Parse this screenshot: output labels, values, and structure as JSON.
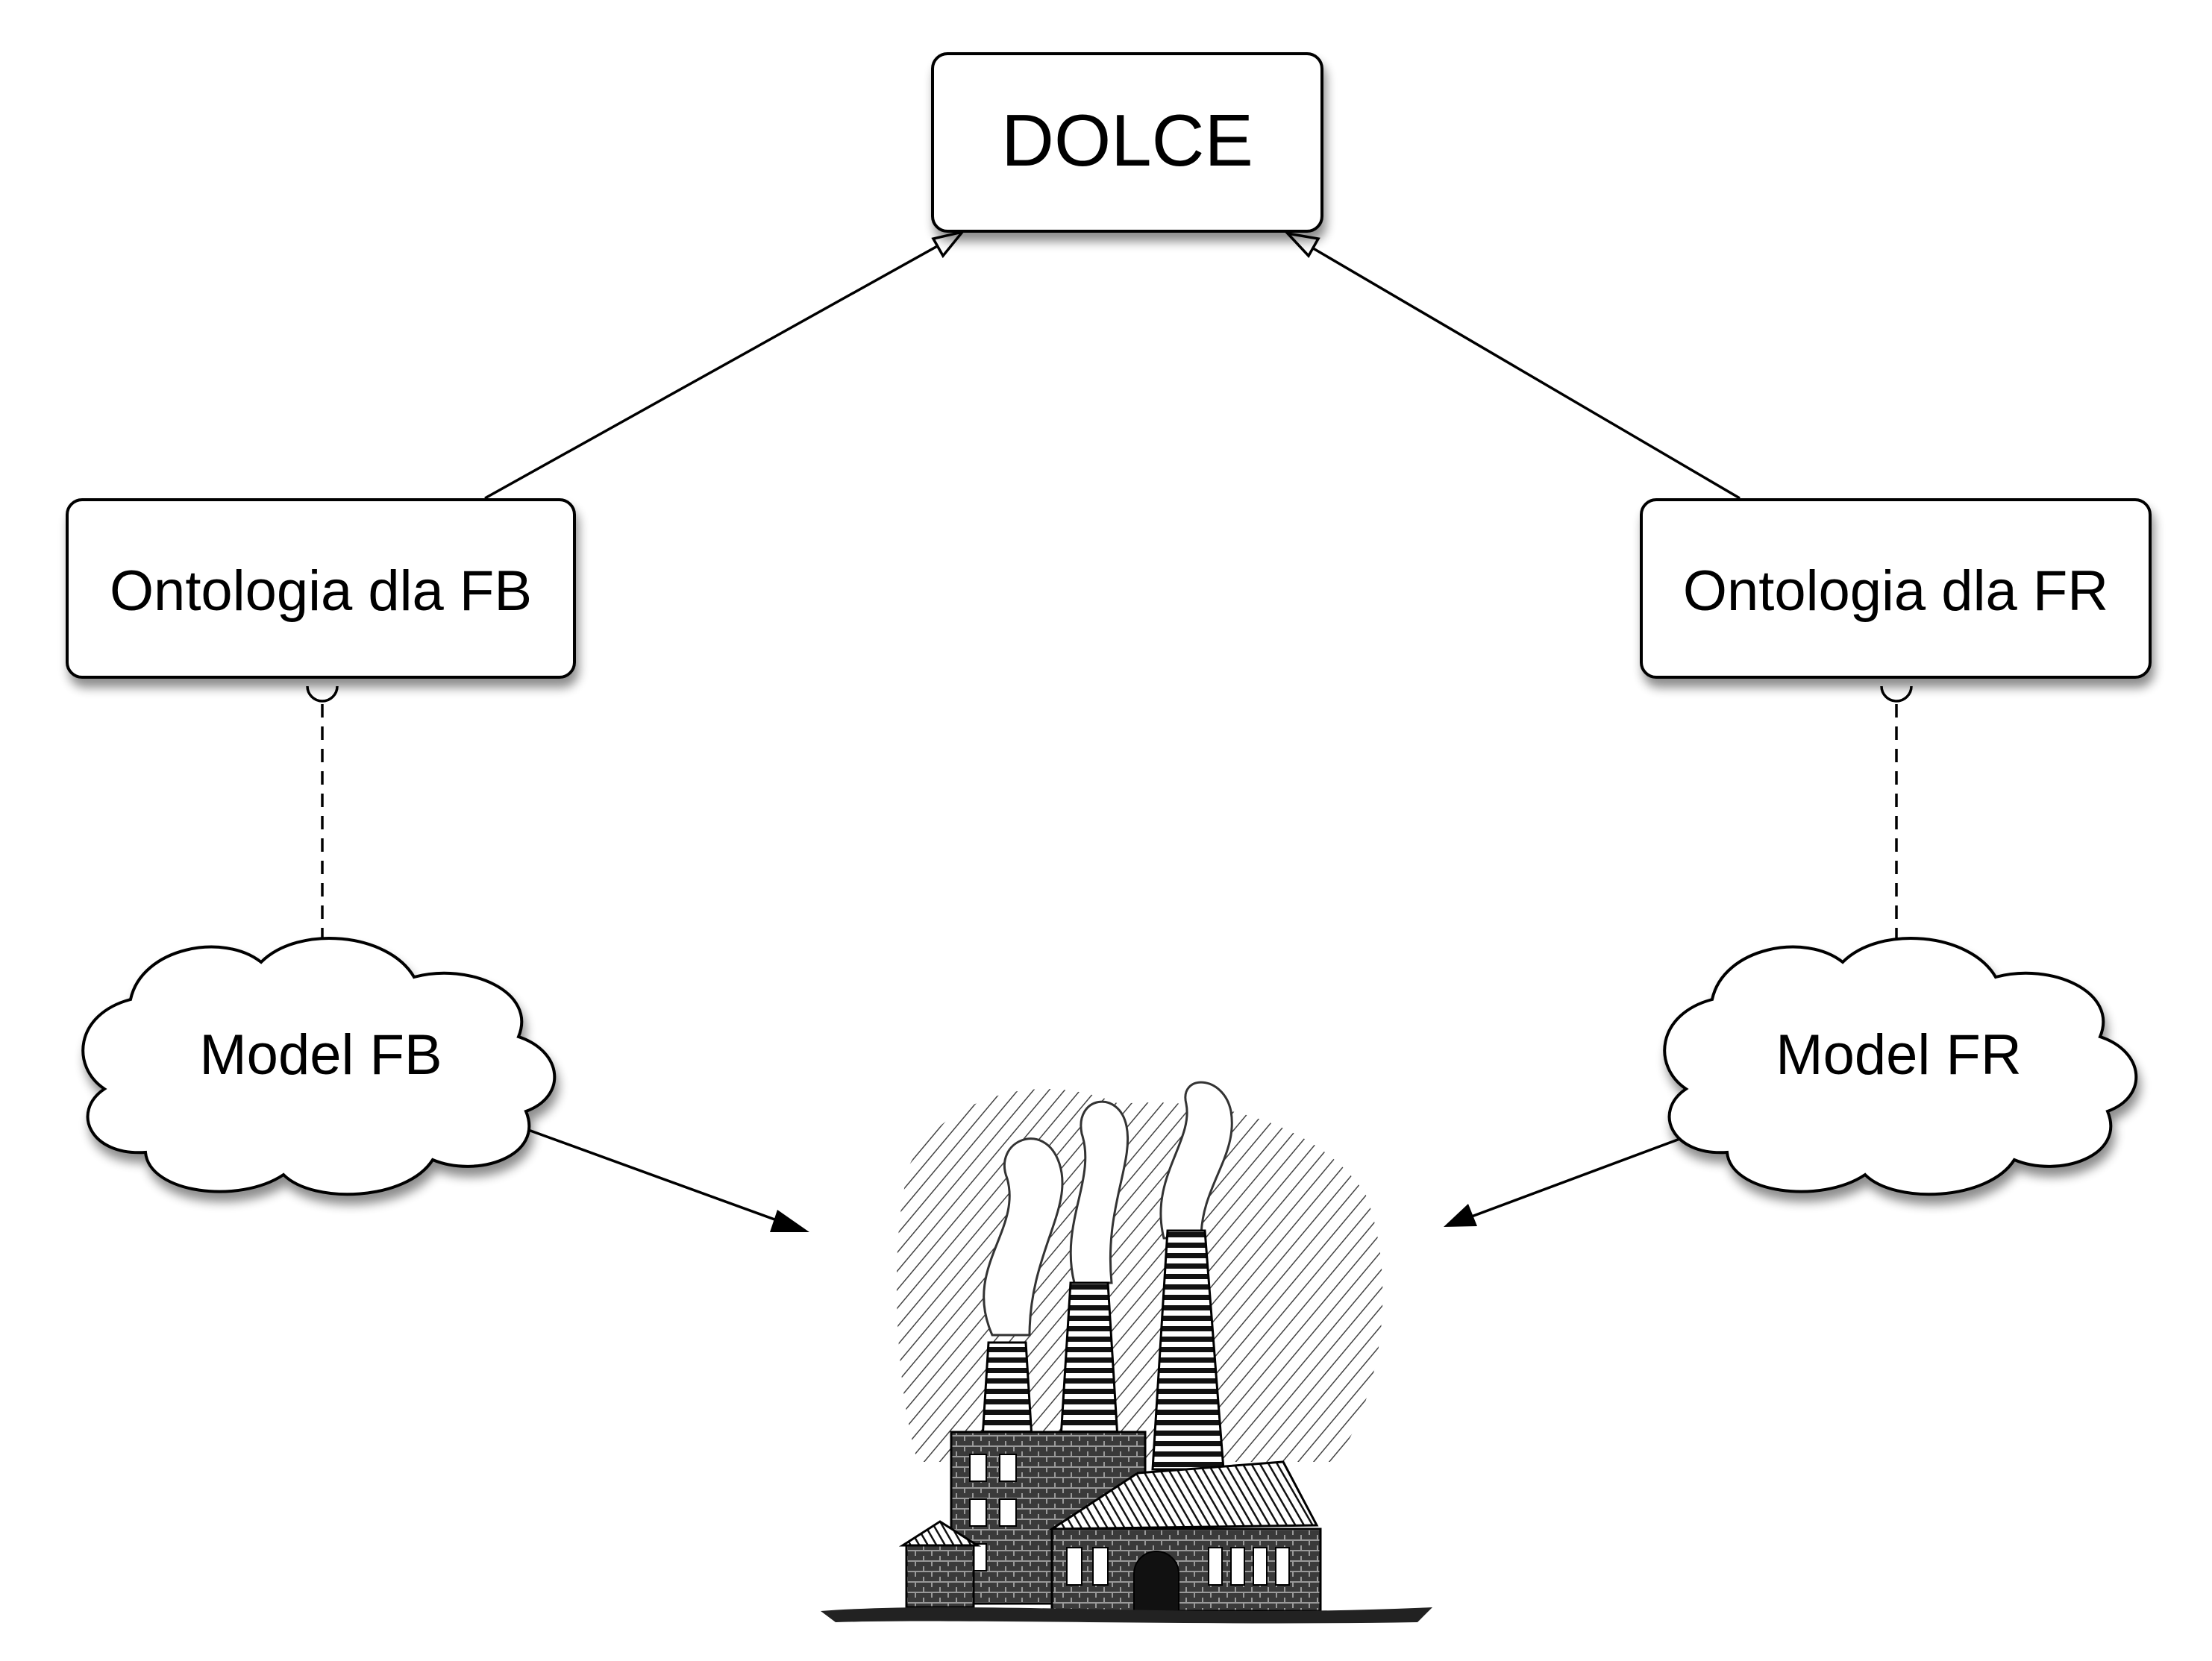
{
  "nodes": {
    "dolce": {
      "label": "DOLCE"
    },
    "ontology_fb": {
      "label": "Ontologia dla FB"
    },
    "ontology_fr": {
      "label": "Ontologia dla FR"
    },
    "model_fb": {
      "label": "Model FB"
    },
    "model_fr": {
      "label": "Model FR"
    }
  },
  "edges": [
    {
      "from": "ontology_fb",
      "to": "dolce",
      "style": "solid",
      "head": "hollow-triangle"
    },
    {
      "from": "ontology_fr",
      "to": "dolce",
      "style": "solid",
      "head": "hollow-triangle"
    },
    {
      "from": "model_fb",
      "to": "ontology_fb",
      "style": "dashed",
      "head": "semicircle"
    },
    {
      "from": "model_fr",
      "to": "ontology_fr",
      "style": "dashed",
      "head": "semicircle"
    },
    {
      "from": "model_fb",
      "to": "factory",
      "style": "solid",
      "head": "filled-arrow"
    },
    {
      "from": "model_fr",
      "to": "factory",
      "style": "solid",
      "head": "filled-arrow"
    }
  ],
  "illustration": {
    "icon": "factory-icon"
  },
  "colors": {
    "stroke": "#000000",
    "fill": "#ffffff",
    "shadow": "#888888"
  }
}
